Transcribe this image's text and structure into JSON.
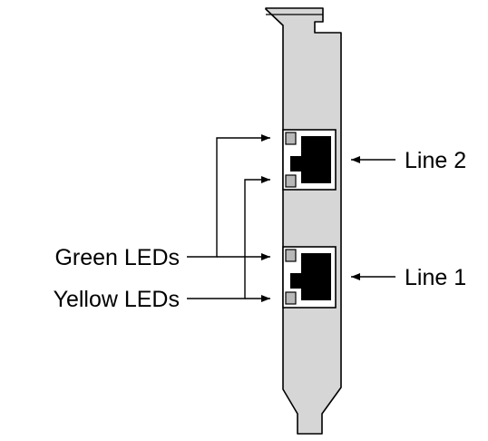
{
  "diagram": {
    "labels": {
      "line_2": "Line 2",
      "line_1": "Line 1",
      "green_leds": "Green LEDs",
      "yellow_leds": "Yellow LEDs"
    },
    "colors": {
      "bracket_fill": "#d6d6d6",
      "outline": "#000000",
      "jack_body": "#000000",
      "led_fill": "#b8b8b8",
      "background": "#ffffff"
    }
  }
}
